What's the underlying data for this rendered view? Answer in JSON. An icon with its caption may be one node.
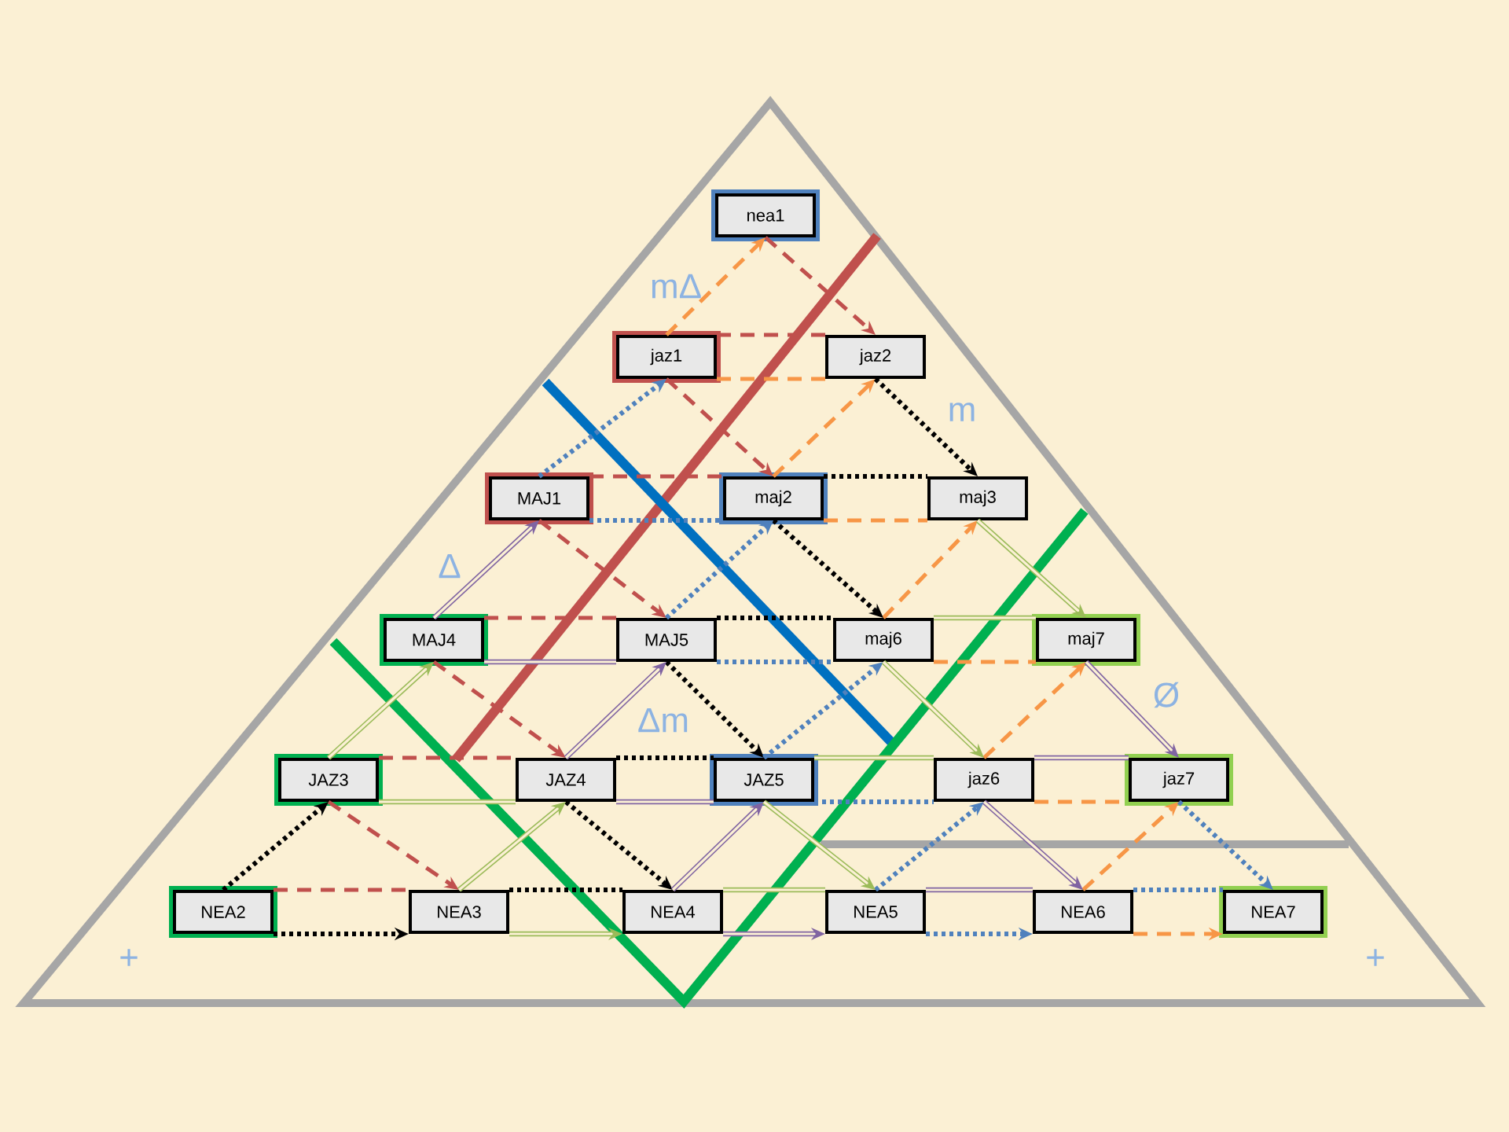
{
  "diagram": {
    "nodes": [
      {
        "text": [
          "nea1"
        ]
      },
      {
        "text": [
          "jaz1"
        ]
      },
      {
        "text": [
          "jaz2"
        ]
      },
      {
        "text": [
          "MAJ1"
        ]
      },
      {
        "text": [
          "maj2"
        ]
      },
      {
        "text": [
          "maj3"
        ]
      },
      {
        "text": [
          "MAJ4"
        ]
      },
      {
        "text": [
          "MAJ5"
        ]
      },
      {
        "text": [
          "maj6"
        ]
      },
      {
        "text": [
          "maj7"
        ]
      },
      {
        "text": [
          "JAZ3"
        ]
      },
      {
        "text": [
          "JAZ4"
        ]
      },
      {
        "text": [
          "JAZ5"
        ]
      },
      {
        "text": [
          "jaz6"
        ]
      },
      {
        "text": [
          "jaz7"
        ]
      },
      {
        "text": [
          "NEA2"
        ]
      },
      {
        "text": [
          "NEA3"
        ]
      },
      {
        "text": [
          "NEA4"
        ]
      },
      {
        "text": [
          "NEA5"
        ]
      },
      {
        "text": [
          "NEA6"
        ]
      },
      {
        "text": [
          "NEA7"
        ]
      }
    ],
    "edges": [
      {
        "from": 0,
        "to": 2,
        "arrow": "to",
        "style": "dashed",
        "color": "#c0504d"
      },
      {
        "from": 1,
        "to": 4,
        "arrow": "to",
        "style": "dashed",
        "color": "#c0504d"
      },
      {
        "from": 3,
        "to": 7,
        "arrow": "to",
        "style": "dashed",
        "color": "#c0504d"
      },
      {
        "from": 6,
        "to": 11,
        "arrow": "to",
        "style": "dashed",
        "color": "#c0504d"
      },
      {
        "from": 10,
        "to": 16,
        "arrow": "to",
        "style": "dashed",
        "color": "#c0504d"
      },
      {
        "from": 1,
        "to": 2,
        "arrow": "none",
        "style": "dashed",
        "color": "#c0504d"
      },
      {
        "from": 3,
        "to": 4,
        "arrow": "none",
        "style": "dashed",
        "color": "#c0504d"
      },
      {
        "from": 6,
        "to": 7,
        "arrow": "none",
        "style": "dashed",
        "color": "#c0504d"
      },
      {
        "from": 10,
        "to": 11,
        "arrow": "none",
        "style": "dashed",
        "color": "#c0504d"
      },
      {
        "from": 15,
        "to": 16,
        "arrow": "none",
        "style": "dashed",
        "color": "#c0504d"
      },
      {
        "from": 1,
        "to": 0,
        "arrow": "to",
        "style": "dashed",
        "color": "#f79646"
      },
      {
        "from": 4,
        "to": 2,
        "arrow": "to",
        "style": "dashed",
        "color": "#f79646"
      },
      {
        "from": 8,
        "to": 5,
        "arrow": "to",
        "style": "dashed",
        "color": "#f79646"
      },
      {
        "from": 13,
        "to": 9,
        "arrow": "to",
        "style": "dashed",
        "color": "#f79646"
      },
      {
        "from": 19,
        "to": 14,
        "arrow": "to",
        "style": "dashed",
        "color": "#f79646"
      },
      {
        "from": 1,
        "to": 2,
        "arrow": "none",
        "style": "dashed",
        "color": "#f79646"
      },
      {
        "from": 4,
        "to": 5,
        "arrow": "none",
        "style": "dashed",
        "color": "#f79646"
      },
      {
        "from": 8,
        "to": 9,
        "arrow": "none",
        "style": "dashed",
        "color": "#f79646"
      },
      {
        "from": 13,
        "to": 14,
        "arrow": "none",
        "style": "dashed",
        "color": "#f79646"
      },
      {
        "from": 19,
        "to": 20,
        "arrow": "to",
        "style": "dashed",
        "color": "#f79646"
      },
      {
        "from": 2,
        "to": 5,
        "arrow": "to",
        "style": "dashed",
        "color": "#000000"
      },
      {
        "from": 4,
        "to": 8,
        "arrow": "to",
        "style": "dashed",
        "color": "#000000"
      },
      {
        "from": 7,
        "to": 12,
        "arrow": "to",
        "style": "dashed",
        "color": "#000000"
      },
      {
        "from": 11,
        "to": 17,
        "arrow": "to",
        "style": "dashed",
        "color": "#000000"
      },
      {
        "from": 15,
        "to": 10,
        "arrow": "to",
        "style": "dashed",
        "color": "#000000"
      },
      {
        "from": 4,
        "to": 5,
        "arrow": "none",
        "style": "dashed",
        "color": "#000000"
      },
      {
        "from": 7,
        "to": 8,
        "arrow": "none",
        "style": "dashed",
        "color": "#000000"
      },
      {
        "from": 11,
        "to": 12,
        "arrow": "none",
        "style": "dashed",
        "color": "#000000"
      },
      {
        "from": 16,
        "to": 17,
        "arrow": "none",
        "style": "dashed",
        "color": "#000000"
      },
      {
        "from": 15,
        "to": 16,
        "arrow": "to",
        "style": "dashed",
        "color": "#000000"
      },
      {
        "from": 3,
        "to": 1,
        "arrow": "to",
        "style": "dashed",
        "color": "#4f81bd"
      },
      {
        "from": 7,
        "to": 4,
        "arrow": "to",
        "style": "dashed",
        "color": "#4f81bd"
      },
      {
        "from": 12,
        "to": 8,
        "arrow": "to",
        "style": "dashed",
        "color": "#4f81bd"
      },
      {
        "from": 18,
        "to": 13,
        "arrow": "to",
        "style": "dashed",
        "color": "#4f81bd"
      },
      {
        "from": 14,
        "to": 20,
        "arrow": "to",
        "style": "dashed",
        "color": "#4f81bd"
      },
      {
        "from": 3,
        "to": 4,
        "arrow": "none",
        "style": "dashed",
        "color": "#4f81bd"
      },
      {
        "from": 7,
        "to": 8,
        "arrow": "none",
        "style": "dashed",
        "color": "#4f81bd"
      },
      {
        "from": 12,
        "to": 13,
        "arrow": "none",
        "style": "dashed",
        "color": "#4f81bd"
      },
      {
        "from": 18,
        "to": 19,
        "arrow": "to",
        "style": "dashed",
        "color": "#4f81bd"
      },
      {
        "from": 19,
        "to": 20,
        "arrow": "none",
        "style": "dashed",
        "color": "#4f81bd"
      },
      {
        "from": 6,
        "to": 3,
        "arrow": "to",
        "color": "#8064a2"
      },
      {
        "from": 11,
        "to": 7,
        "arrow": "to",
        "color": "#8064a2"
      },
      {
        "from": 17,
        "to": 12,
        "arrow": "to",
        "color": "#8064a2"
      },
      {
        "from": 13,
        "to": 19,
        "arrow": "to",
        "color": "#8064a2"
      },
      {
        "from": 9,
        "to": 14,
        "arrow": "to",
        "color": "#8064a2"
      },
      {
        "from": 6,
        "to": 7,
        "arrow": "none",
        "color": "#8064a2"
      },
      {
        "from": 11,
        "to": 12,
        "arrow": "none",
        "color": "#8064a2"
      },
      {
        "from": 17,
        "to": 18,
        "arrow": "to",
        "color": "#8064a2"
      },
      {
        "from": 13,
        "to": 14,
        "arrow": "none",
        "color": "#8064a2"
      },
      {
        "from": 18,
        "to": 19,
        "arrow": "none",
        "color": "#8064a2"
      },
      {
        "from": 10,
        "to": 6,
        "arrow": "to",
        "color": "#9bbb59"
      },
      {
        "from": 16,
        "to": 11,
        "arrow": "to",
        "color": "#9bbb59"
      },
      {
        "from": 5,
        "to": 9,
        "arrow": "to",
        "color": "#9bbb59"
      },
      {
        "from": 8,
        "to": 13,
        "arrow": "to",
        "color": "#9bbb59"
      },
      {
        "from": 12,
        "to": 18,
        "arrow": "to",
        "color": "#9bbb59"
      },
      {
        "from": 10,
        "to": 11,
        "arrow": "none",
        "color": "#9bbb59"
      },
      {
        "from": 16,
        "to": 17,
        "arrow": "to",
        "color": "#9bbb59"
      },
      {
        "from": 8,
        "to": 9,
        "arrow": "none",
        "color": "#9bbb59"
      },
      {
        "from": 12,
        "to": 13,
        "arrow": "none",
        "color": "#9bbb59"
      },
      {
        "from": 17,
        "to": 18,
        "arrow": "none",
        "color": "#9bbb59"
      }
    ],
    "labels": [
      "mΔ",
      "m",
      "Δ",
      "Δm",
      "Ø",
      "+",
      "+"
    ]
  }
}
